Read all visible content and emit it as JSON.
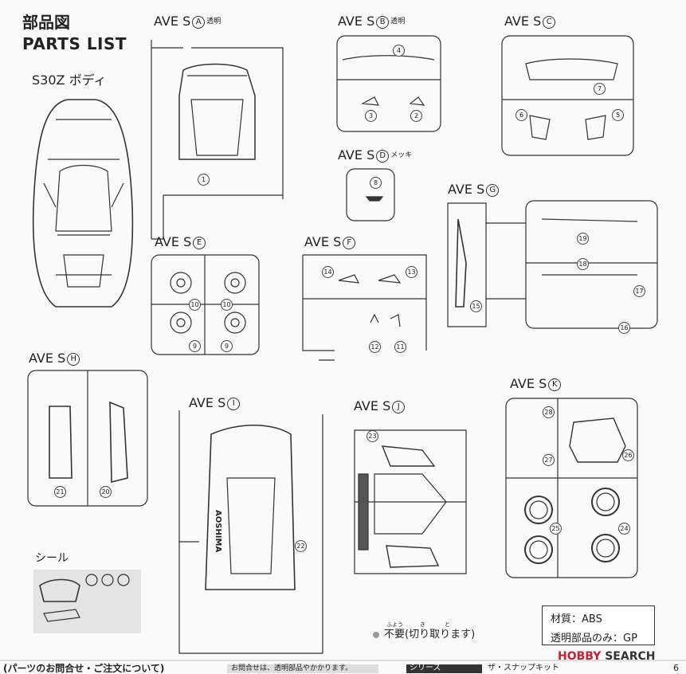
{
  "header": {
    "title_jp": "部品図",
    "title_en": "PARTS LIST"
  },
  "body_label": "S30Z ボディ",
  "sprue_groups": [
    {
      "id": "A",
      "prefix": "AVE S",
      "letter": "A",
      "suffix": "透明"
    },
    {
      "id": "B",
      "prefix": "AVE S",
      "letter": "B",
      "suffix": "透明"
    },
    {
      "id": "C",
      "prefix": "AVE S",
      "letter": "C",
      "suffix": ""
    },
    {
      "id": "D",
      "prefix": "AVE S",
      "letter": "D",
      "suffix": "メッキ"
    },
    {
      "id": "E",
      "prefix": "AVE S",
      "letter": "E",
      "suffix": ""
    },
    {
      "id": "F",
      "prefix": "AVE S",
      "letter": "F",
      "suffix": ""
    },
    {
      "id": "G",
      "prefix": "AVE S",
      "letter": "G",
      "suffix": ""
    },
    {
      "id": "H",
      "prefix": "AVE S",
      "letter": "H",
      "suffix": ""
    },
    {
      "id": "I",
      "prefix": "AVE S",
      "letter": "I",
      "suffix": ""
    },
    {
      "id": "J",
      "prefix": "AVE S",
      "letter": "J",
      "suffix": ""
    },
    {
      "id": "K",
      "prefix": "AVE S",
      "letter": "K",
      "suffix": ""
    }
  ],
  "part_numbers": [
    "1",
    "2",
    "3",
    "4",
    "5",
    "6",
    "7",
    "8",
    "9",
    "9",
    "10",
    "10",
    "11",
    "12",
    "13",
    "14",
    "15",
    "16",
    "17",
    "18",
    "19",
    "20",
    "21",
    "22",
    "23",
    "24",
    "25",
    "26",
    "27",
    "28"
  ],
  "sticker_label": "シール",
  "chassis_text": "AOSHIMA",
  "legend": {
    "ruby_fuyou": "ふよう",
    "ruby_kiri": "き",
    "ruby_to": "と",
    "text": "不要(切り取ります)"
  },
  "material": {
    "line1": "材質：ABS",
    "line2": "透明部品のみ：GP"
  },
  "bottom": {
    "inquiry": "(パーツのお問合せ・ご注文について)",
    "notice": "お問合せは、透明部品やかかります。",
    "series": "シリーズ",
    "series_value": "ザ・スナップキット"
  },
  "watermark": {
    "brand": "HOBBY",
    "word": "SEARCH"
  },
  "page_number": "6",
  "colors": {
    "ink": "#222222",
    "paper": "#fafafa",
    "hobby_red": "#c8202c"
  }
}
